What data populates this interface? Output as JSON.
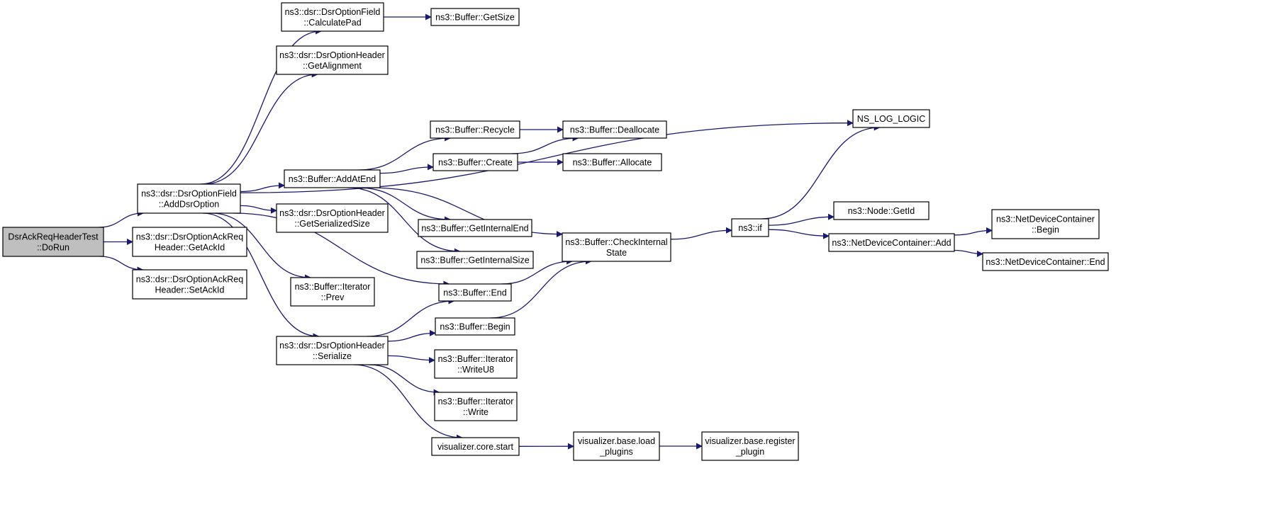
{
  "colors": {
    "node_fill": "#ffffff",
    "root_fill": "#bfbfbf",
    "node_border": "#000000",
    "edge": "#191970"
  },
  "nodes": [
    {
      "id": "root",
      "lines": [
        "DsrAckReqHeaderTest",
        "::DoRun"
      ],
      "root": true
    },
    {
      "id": "addDsrOption",
      "lines": [
        "ns3::dsr::DsrOptionField",
        "::AddDsrOption"
      ]
    },
    {
      "id": "getAckId",
      "lines": [
        "ns3::dsr::DsrOptionAckReq",
        "Header::GetAckId"
      ]
    },
    {
      "id": "setAckId",
      "lines": [
        "ns3::dsr::DsrOptionAckReq",
        "Header::SetAckId"
      ]
    },
    {
      "id": "calculatePad",
      "lines": [
        "ns3::dsr::DsrOptionField",
        "::CalculatePad"
      ]
    },
    {
      "id": "getAlignment",
      "lines": [
        "ns3::dsr::DsrOptionHeader",
        "::GetAlignment"
      ]
    },
    {
      "id": "addAtEnd",
      "lines": [
        "ns3::Buffer::AddAtEnd"
      ]
    },
    {
      "id": "getSerializedSize",
      "lines": [
        "ns3::dsr::DsrOptionHeader",
        "::GetSerializedSize"
      ]
    },
    {
      "id": "iterPrev",
      "lines": [
        "ns3::Buffer::Iterator",
        "::Prev"
      ]
    },
    {
      "id": "serialize",
      "lines": [
        "ns3::dsr::DsrOptionHeader",
        "::Serialize"
      ]
    },
    {
      "id": "getSize",
      "lines": [
        "ns3::Buffer::GetSize"
      ]
    },
    {
      "id": "recycle",
      "lines": [
        "ns3::Buffer::Recycle"
      ]
    },
    {
      "id": "create",
      "lines": [
        "ns3::Buffer::Create"
      ]
    },
    {
      "id": "getInternalEnd",
      "lines": [
        "ns3::Buffer::GetInternalEnd"
      ]
    },
    {
      "id": "getInternalSize",
      "lines": [
        "ns3::Buffer::GetInternalSize"
      ]
    },
    {
      "id": "bufEnd",
      "lines": [
        "ns3::Buffer::End"
      ]
    },
    {
      "id": "bufBegin",
      "lines": [
        "ns3::Buffer::Begin"
      ]
    },
    {
      "id": "writeU8",
      "lines": [
        "ns3::Buffer::Iterator",
        "::WriteU8"
      ]
    },
    {
      "id": "iterWrite",
      "lines": [
        "ns3::Buffer::Iterator",
        "::Write"
      ]
    },
    {
      "id": "vizStart",
      "lines": [
        "visualizer.core.start"
      ]
    },
    {
      "id": "deallocate",
      "lines": [
        "ns3::Buffer::Deallocate"
      ]
    },
    {
      "id": "allocate",
      "lines": [
        "ns3::Buffer::Allocate"
      ]
    },
    {
      "id": "checkInternal",
      "lines": [
        "ns3::Buffer::CheckInternal",
        "State"
      ]
    },
    {
      "id": "loadPlugins",
      "lines": [
        "visualizer.base.load",
        "_plugins"
      ]
    },
    {
      "id": "nsLogLogic",
      "lines": [
        "NS_LOG_LOGIC"
      ]
    },
    {
      "id": "nsIf",
      "lines": [
        "ns3::if"
      ]
    },
    {
      "id": "registerPlugin",
      "lines": [
        "visualizer.base.register",
        "_plugin"
      ]
    },
    {
      "id": "nodeGetId",
      "lines": [
        "ns3::Node::GetId"
      ]
    },
    {
      "id": "ndcAdd",
      "lines": [
        "ns3::NetDeviceContainer::Add"
      ]
    },
    {
      "id": "ndcBegin",
      "lines": [
        "ns3::NetDeviceContainer",
        "::Begin"
      ]
    },
    {
      "id": "ndcEnd",
      "lines": [
        "ns3::NetDeviceContainer::End"
      ]
    }
  ],
  "edges": [
    [
      "root",
      "addDsrOption"
    ],
    [
      "root",
      "getAckId"
    ],
    [
      "root",
      "setAckId"
    ],
    [
      "addDsrOption",
      "calculatePad"
    ],
    [
      "addDsrOption",
      "getAlignment"
    ],
    [
      "addDsrOption",
      "nsLogLogic"
    ],
    [
      "addDsrOption",
      "addAtEnd"
    ],
    [
      "addDsrOption",
      "getSerializedSize"
    ],
    [
      "addDsrOption",
      "iterPrev"
    ],
    [
      "addDsrOption",
      "serialize"
    ],
    [
      "addDsrOption",
      "bufEnd"
    ],
    [
      "calculatePad",
      "getSize"
    ],
    [
      "addAtEnd",
      "recycle"
    ],
    [
      "addAtEnd",
      "create"
    ],
    [
      "addAtEnd",
      "getInternalEnd"
    ],
    [
      "addAtEnd",
      "getInternalSize"
    ],
    [
      "addAtEnd",
      "checkInternal"
    ],
    [
      "recycle",
      "deallocate"
    ],
    [
      "create",
      "deallocate"
    ],
    [
      "create",
      "allocate"
    ],
    [
      "serialize",
      "bufEnd"
    ],
    [
      "serialize",
      "bufBegin"
    ],
    [
      "serialize",
      "writeU8"
    ],
    [
      "serialize",
      "iterWrite"
    ],
    [
      "serialize",
      "vizStart"
    ],
    [
      "bufEnd",
      "checkInternal"
    ],
    [
      "bufBegin",
      "checkInternal"
    ],
    [
      "checkInternal",
      "nsIf"
    ],
    [
      "nsIf",
      "nsLogLogic"
    ],
    [
      "nsIf",
      "nodeGetId"
    ],
    [
      "nsIf",
      "ndcAdd"
    ],
    [
      "ndcAdd",
      "ndcBegin"
    ],
    [
      "ndcAdd",
      "ndcEnd"
    ],
    [
      "vizStart",
      "loadPlugins"
    ],
    [
      "loadPlugins",
      "registerPlugin"
    ]
  ]
}
